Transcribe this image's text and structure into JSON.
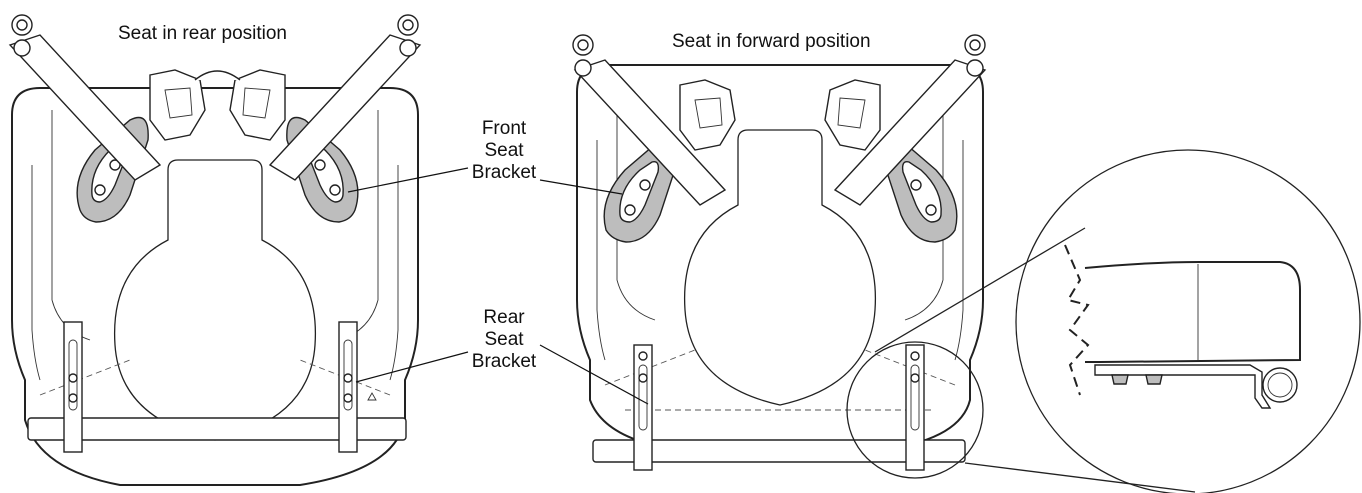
{
  "captions": {
    "rear_position": "Seat in rear position",
    "forward_position": "Seat in forward position"
  },
  "callouts": {
    "front_bracket": [
      "Front",
      "Seat",
      "Bracket"
    ],
    "rear_bracket": [
      "Rear",
      "Seat",
      "Bracket"
    ]
  },
  "figures": [
    {
      "name": "seat-rear-position",
      "caption_key": "rear_position"
    },
    {
      "name": "seat-forward-position",
      "caption_key": "forward_position"
    },
    {
      "name": "bracket-detail-magnified",
      "caption_key": ""
    }
  ]
}
